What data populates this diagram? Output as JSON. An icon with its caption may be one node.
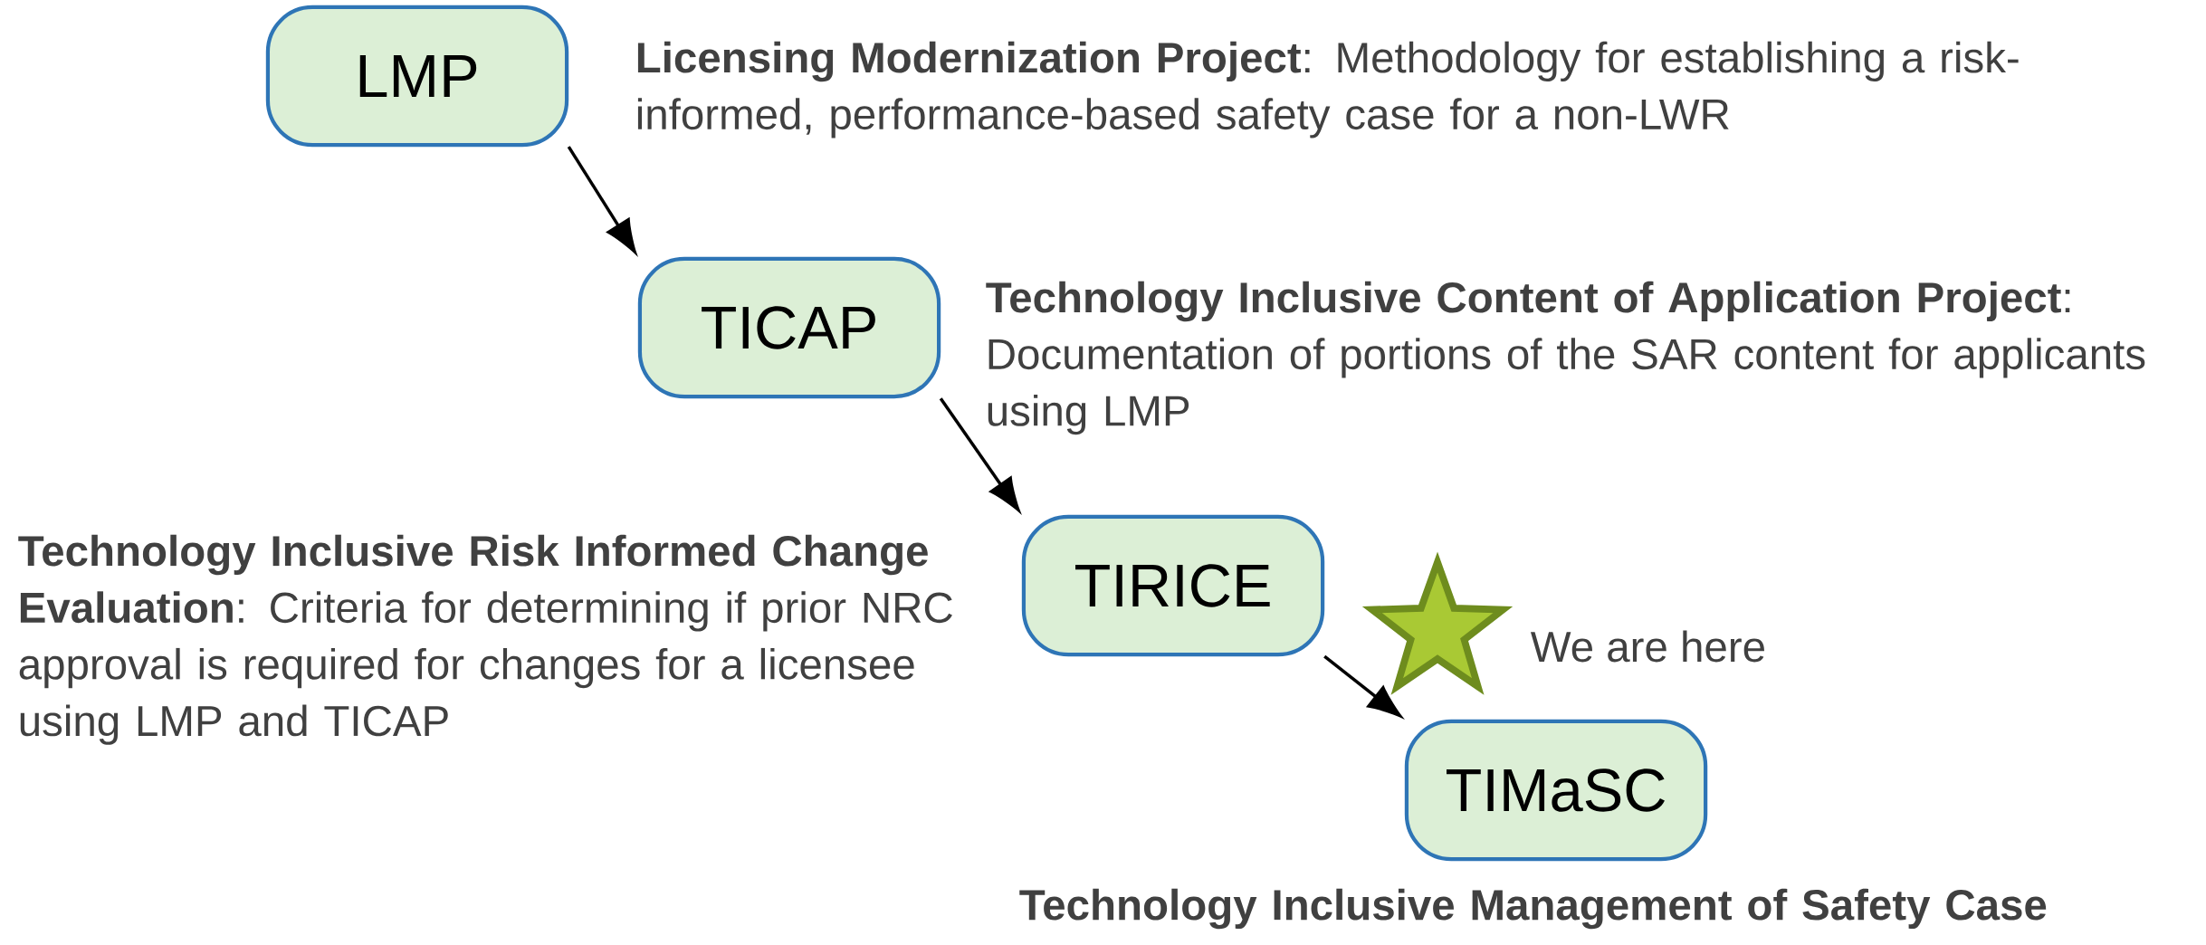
{
  "diagram": {
    "nodes": [
      {
        "text": [
          "LMP"
        ],
        "beside": [
          "**Licensing Modernization Project**: Methodology for establishing a risk-informed, performance-based safety case for a non-LWR"
        ]
      },
      {
        "text": [
          "TICAP"
        ],
        "beside": [
          "**Technology Inclusive Content of Application Project**: Documentation of portions of the SAR content for applicants using LMP"
        ]
      },
      {
        "text": [
          "TIRICE"
        ],
        "beside": [
          "**Technology Inclusive Risk Informed Change Evaluation**: Criteria for determining if prior NRC approval is required for changes for a licensee using LMP and TICAP"
        ]
      },
      {
        "text": [
          "TIMaSC"
        ],
        "beside": [
          "Technology Inclusive Management of Safety Case"
        ]
      }
    ],
    "edges": [
      {
        "from": 0,
        "to": 1,
        "arrow": "to"
      },
      {
        "from": 1,
        "to": 2,
        "arrow": "to"
      },
      {
        "from": 2,
        "to": 3,
        "arrow": "to"
      }
    ],
    "labels": [
      "We are here"
    ]
  }
}
